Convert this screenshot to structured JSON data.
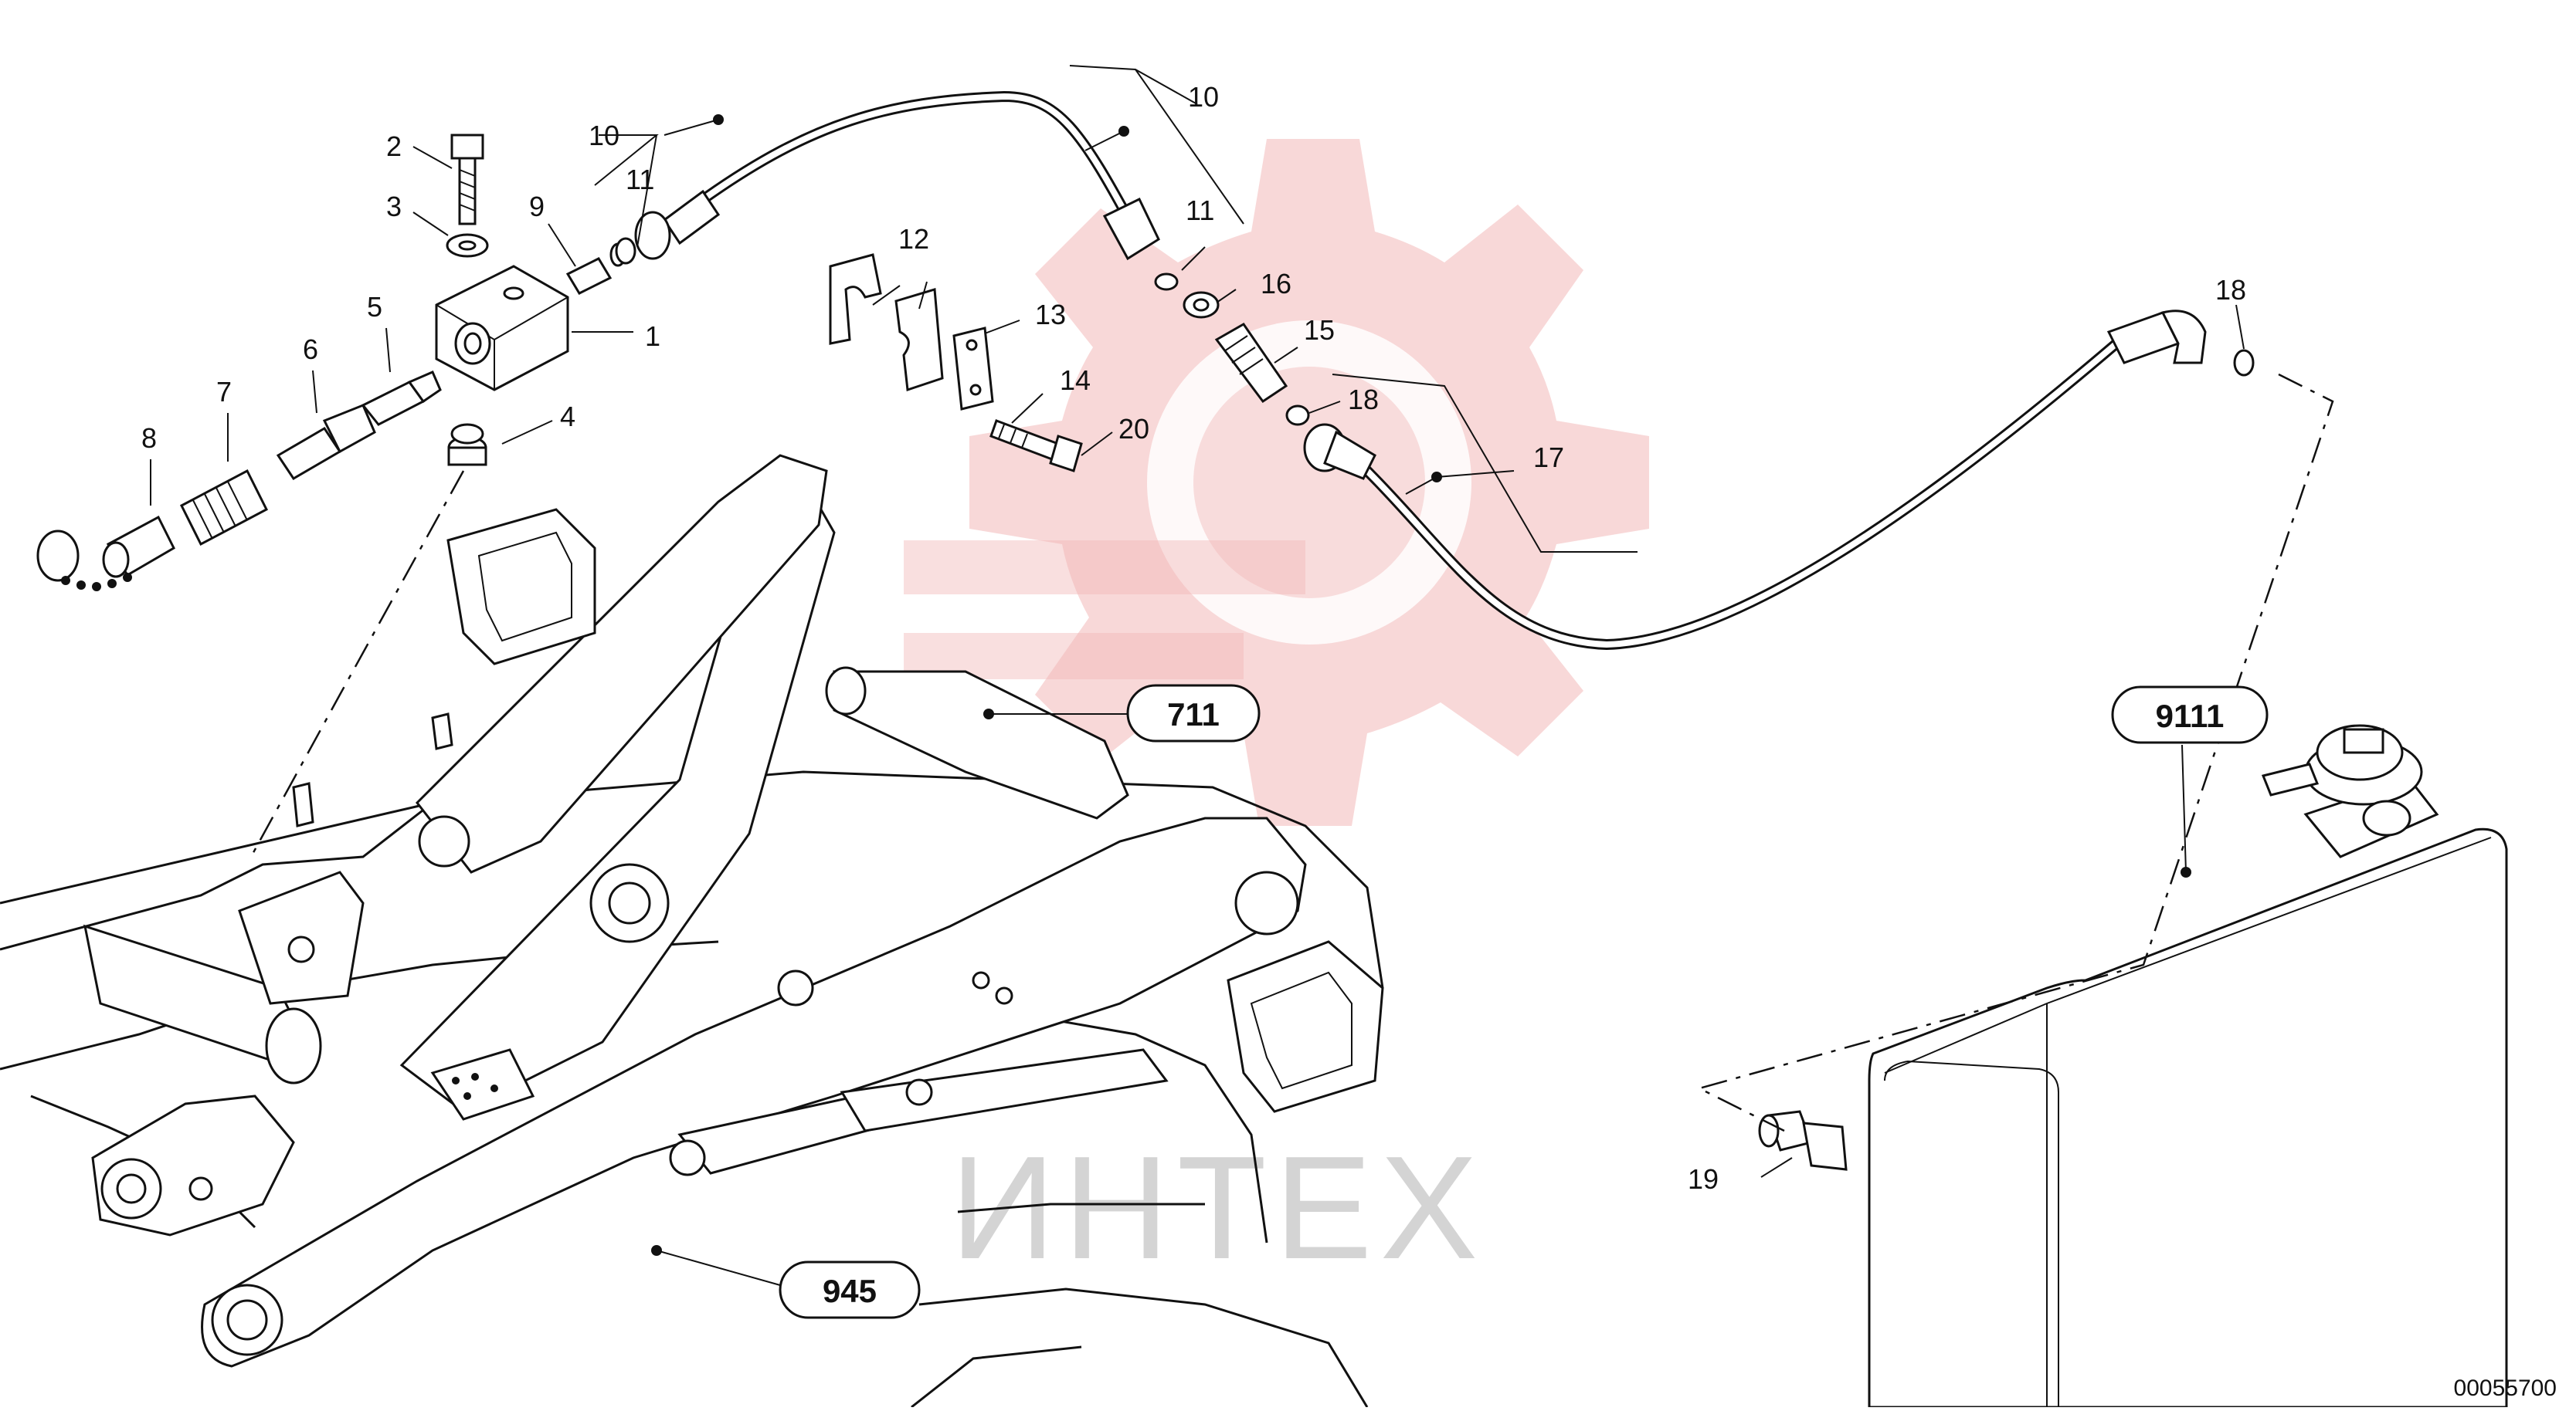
{
  "diagram": {
    "callouts": [
      {
        "id": "c1",
        "label": "1"
      },
      {
        "id": "c2",
        "label": "2"
      },
      {
        "id": "c3",
        "label": "3"
      },
      {
        "id": "c4",
        "label": "4"
      },
      {
        "id": "c5",
        "label": "5"
      },
      {
        "id": "c6",
        "label": "6"
      },
      {
        "id": "c7",
        "label": "7"
      },
      {
        "id": "c8",
        "label": "8"
      },
      {
        "id": "c9",
        "label": "9"
      },
      {
        "id": "c10a",
        "label": "10"
      },
      {
        "id": "c10b",
        "label": "10"
      },
      {
        "id": "c11a",
        "label": "11"
      },
      {
        "id": "c11b",
        "label": "11"
      },
      {
        "id": "c12",
        "label": "12"
      },
      {
        "id": "c13",
        "label": "13"
      },
      {
        "id": "c14",
        "label": "14"
      },
      {
        "id": "c15",
        "label": "15"
      },
      {
        "id": "c16",
        "label": "16"
      },
      {
        "id": "c17",
        "label": "17"
      },
      {
        "id": "c18a",
        "label": "18"
      },
      {
        "id": "c18b",
        "label": "18"
      },
      {
        "id": "c19",
        "label": "19"
      },
      {
        "id": "c20",
        "label": "20"
      }
    ],
    "references": [
      {
        "id": "r711",
        "label": "711"
      },
      {
        "id": "r945",
        "label": "945"
      },
      {
        "id": "r9111",
        "label": "9111"
      }
    ],
    "drawing_code": "00055700",
    "watermark": "ИНТЕХ",
    "watermark_color": "#f2b8b8"
  }
}
